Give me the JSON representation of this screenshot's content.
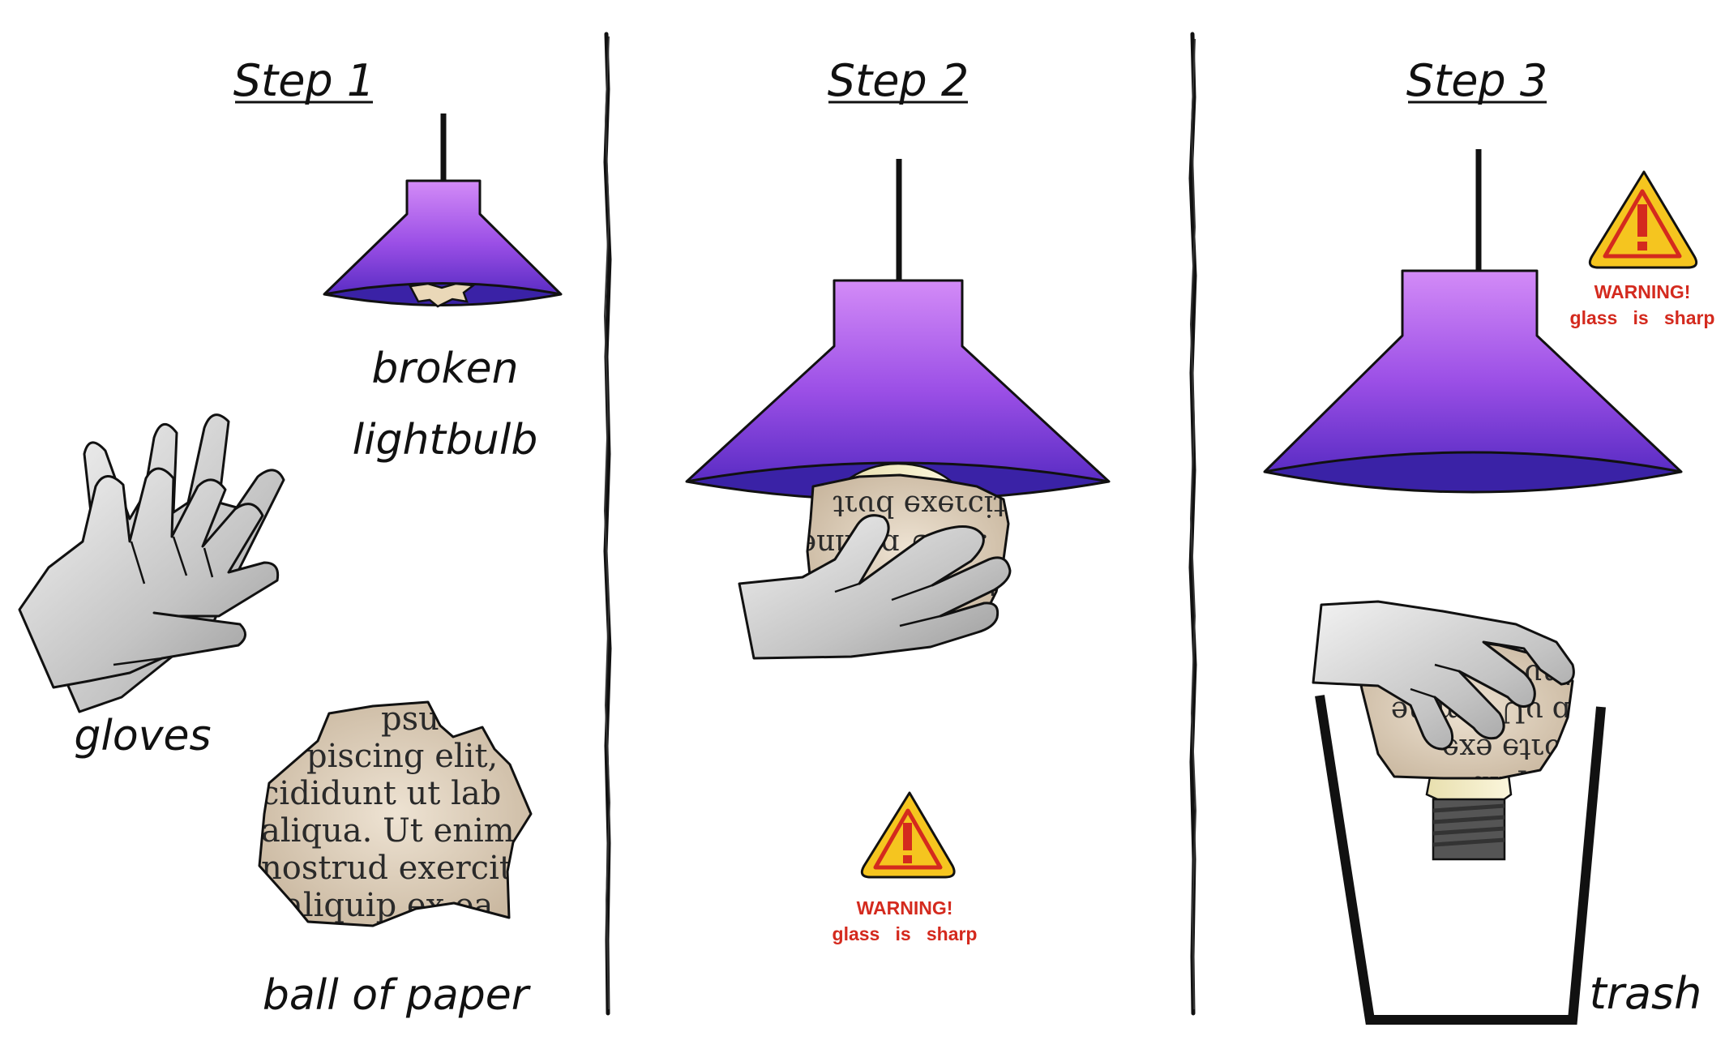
{
  "steps": [
    {
      "title": "Step 1"
    },
    {
      "title": "Step 2"
    },
    {
      "title": "Step 3"
    }
  ],
  "labels": {
    "broken_line1": "broken",
    "broken_line2": "lightbulb",
    "gloves": "gloves",
    "ball": "ball of paper",
    "trash": "trash"
  },
  "paper_text": {
    "line1": "psu",
    "line2": "piscing elit,",
    "line3": "cididunt ut lab",
    "line4": "aliqua. Ut enim a",
    "line5": "nostrud exercit",
    "line6": "aliquip ex ea"
  },
  "warnings": [
    {
      "title": "WARNING!",
      "text": "glass   is   sharp"
    },
    {
      "title": "WARNING!",
      "text": "glass   is   sharp"
    }
  ],
  "colors": {
    "lamp_top": "#cc7af5",
    "lamp_bottom": "#4a24b8",
    "lamp_rim": "#2f1c94",
    "glove": "#c9c9c9",
    "paper": "#d9c9b4",
    "warning_yellow": "#f5c51f",
    "warning_red": "#d42a1e"
  }
}
